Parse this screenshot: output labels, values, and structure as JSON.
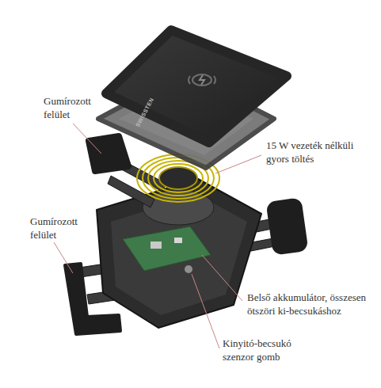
{
  "diagram": {
    "labels": [
      "Gumírozott felület",
      "SWISSTEN",
      "15 W vezeték nélküli gyors töltés",
      "Gumírozott felület",
      "Belső akkumulátor, összesen ötszöri ki-becsukáshoz",
      "Kinyitó-becsukó szenzor gomb"
    ]
  }
}
